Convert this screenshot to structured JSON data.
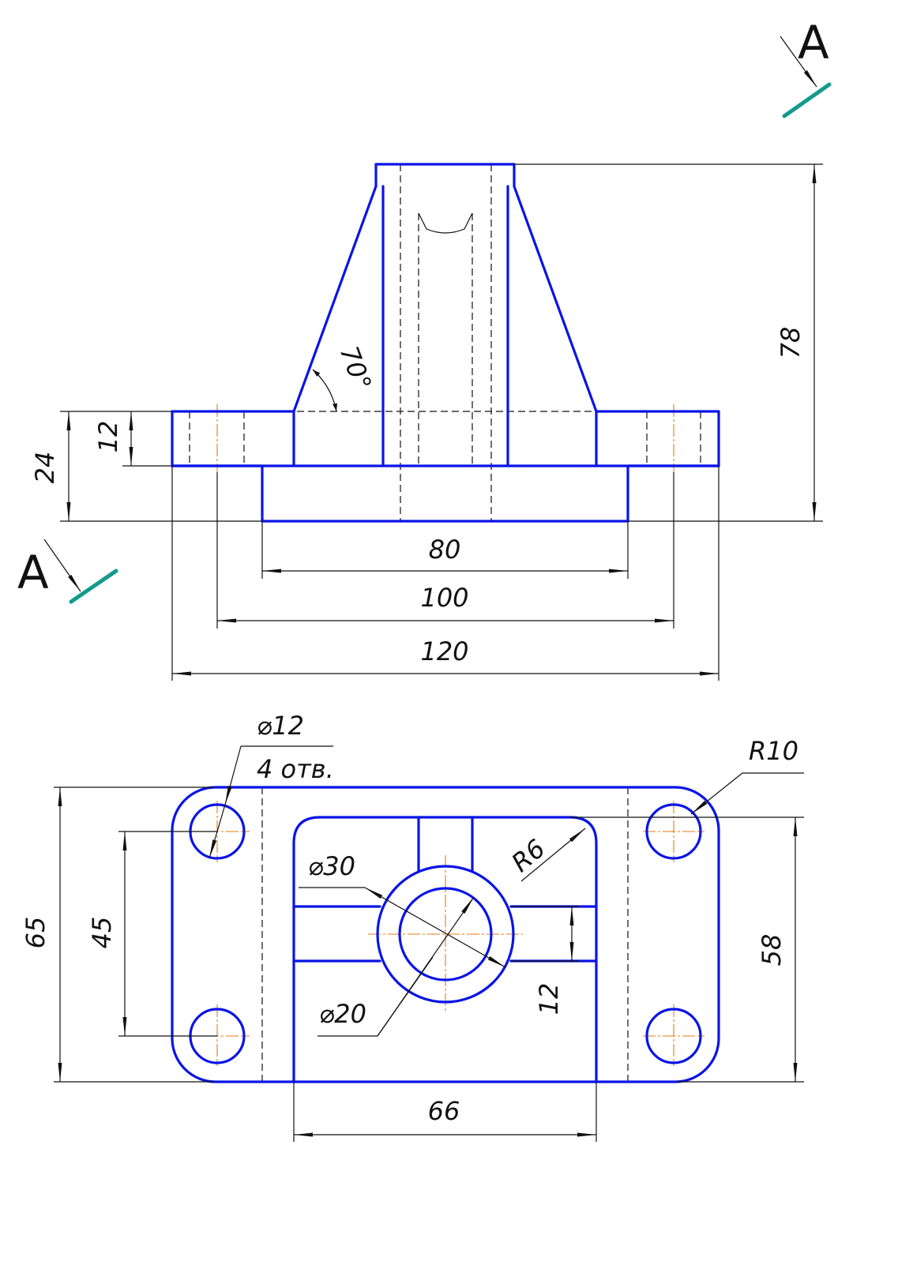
{
  "section_label": "A",
  "front_view": {
    "overall_height": "78",
    "base_height": "24",
    "flange_height": "12",
    "taper_angle": "70°",
    "widths": [
      "80",
      "100",
      "120"
    ]
  },
  "top_view": {
    "hole_dia": "⌀12",
    "hole_count": "4 отв.",
    "corner_radius": "R10",
    "inner_radius": "R6",
    "boss_outer_dia": "⌀30",
    "bore_dia": "⌀20",
    "rib_width": "12",
    "overall_depth": "65",
    "hole_spacing": "45",
    "inner_depth": "58",
    "inner_width": "66"
  },
  "colors": {
    "object_line": "#0a14e6",
    "center_line": "#e87a10",
    "section_line": "#129a8e"
  }
}
